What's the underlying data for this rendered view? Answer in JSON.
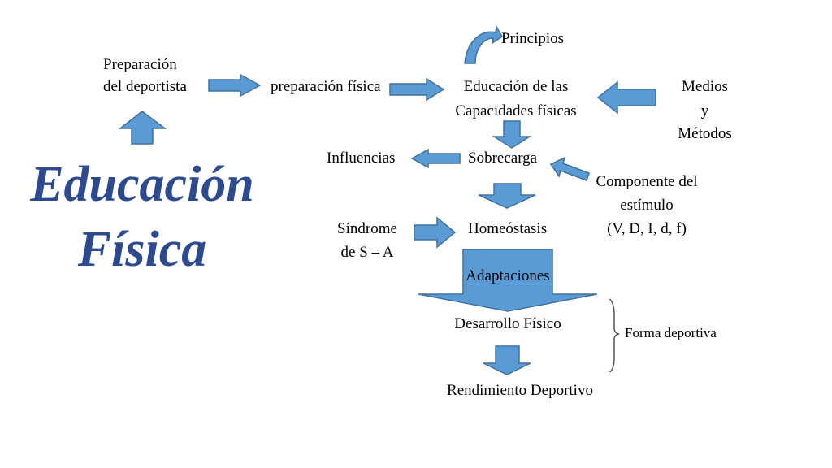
{
  "colors": {
    "arrow_fill": "#5b9bd5",
    "arrow_stroke": "#41719c",
    "title": "#2e4a8f",
    "text": "#000000"
  },
  "title": {
    "line1": "Educación",
    "line2": "Física"
  },
  "nodes": {
    "principios": "Principios",
    "preparacion_deportista_1": "Preparación",
    "preparacion_deportista_2": "del deportista",
    "preparacion_fisica": "preparación física",
    "educacion_capacidades_1": "Educación de las",
    "educacion_capacidades_2": "Capacidades físicas",
    "medios_1": "Medios",
    "medios_2": "y",
    "medios_3": "Métodos",
    "influencias": "Influencias",
    "sobrecarga": "Sobrecarga",
    "componente_1": "Componente del",
    "componente_2": "estímulo",
    "componente_3": "(V, D, I, d, f)",
    "sindrome_1": "Síndrome",
    "sindrome_2": "de S – A",
    "homeostasis": "Homeóstasis",
    "adaptaciones": "Adaptaciones",
    "desarrollo": "Desarrollo Físico",
    "forma_deportiva": "Forma deportiva",
    "rendimiento": "Rendimiento Deportivo"
  }
}
